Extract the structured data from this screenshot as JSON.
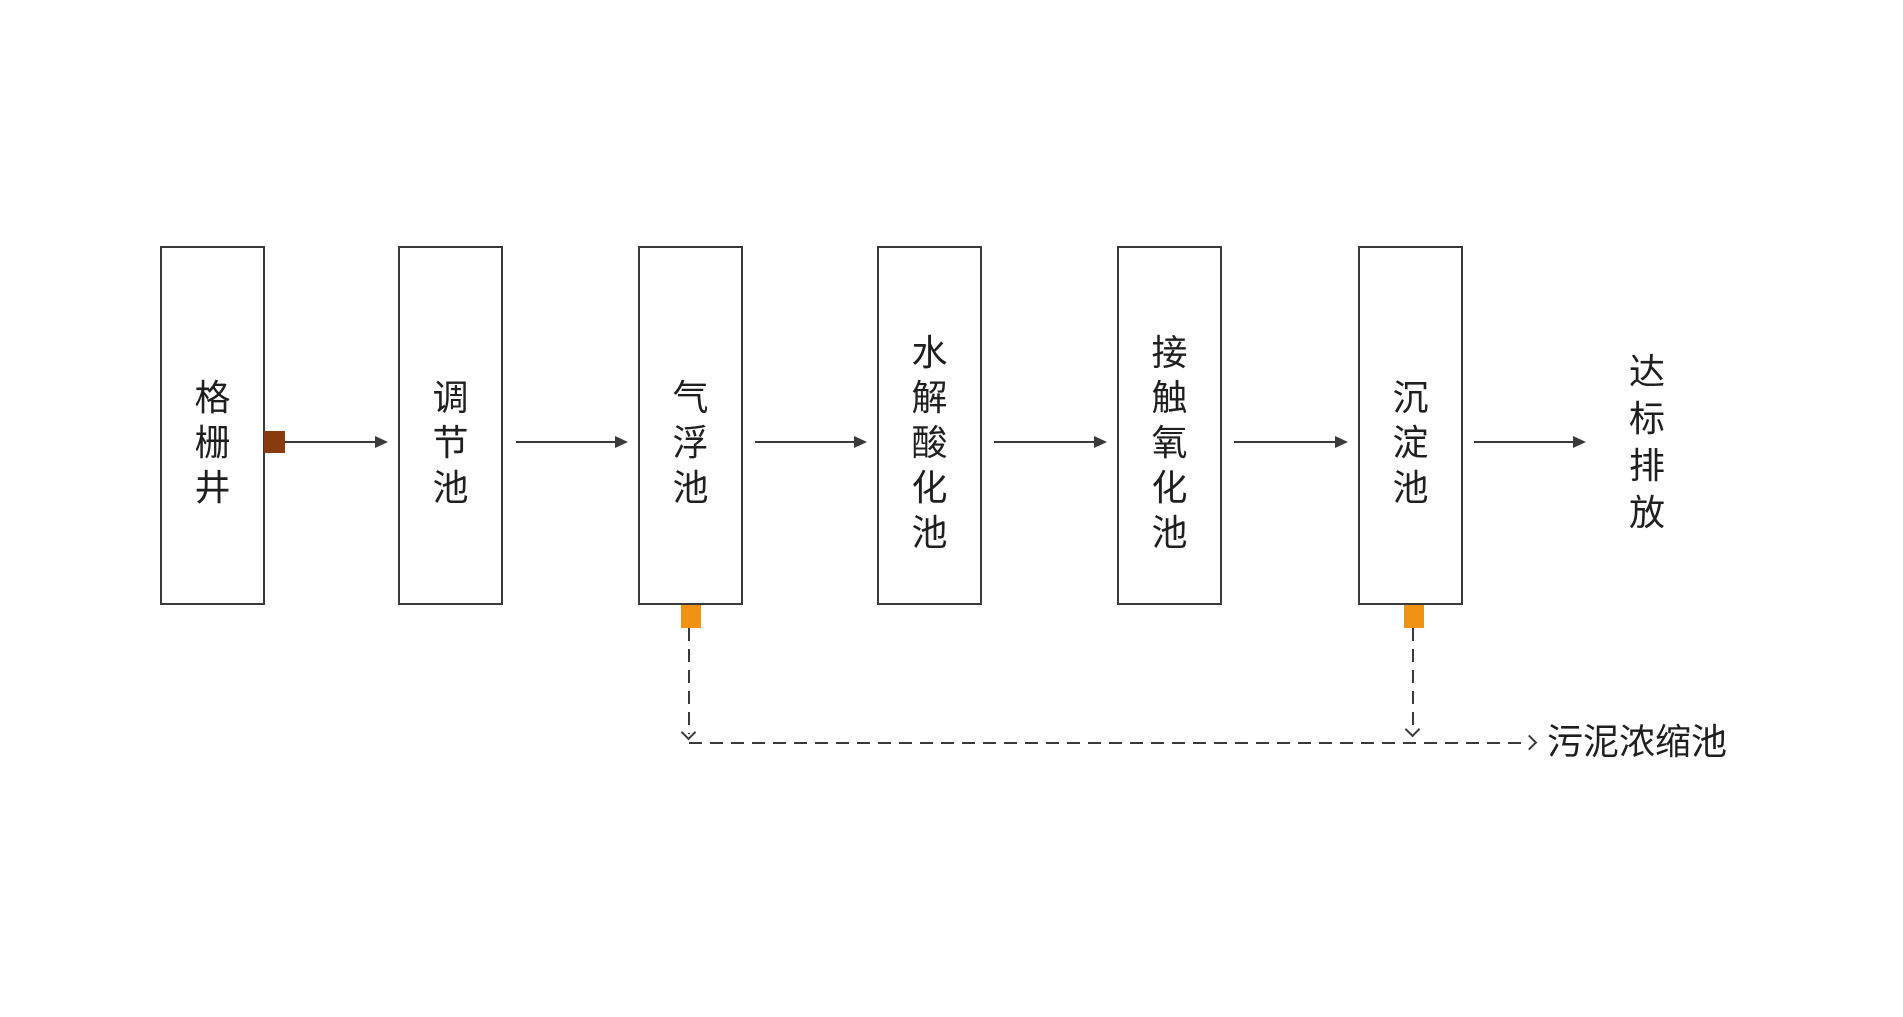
{
  "diagram": {
    "type": "process-flow",
    "process_nodes": [
      {
        "id": "grille-well",
        "label": "格栅井"
      },
      {
        "id": "regulating-tank",
        "label": "调节池"
      },
      {
        "id": "air-flotation-tank",
        "label": "气浮池"
      },
      {
        "id": "hydrolysis-acidification-tank",
        "label": "水解酸化池"
      },
      {
        "id": "contact-oxidation-tank",
        "label": "接触氧化池"
      },
      {
        "id": "sedimentation-tank",
        "label": "沉淀池"
      }
    ],
    "outfall_label": "达标排放",
    "sludge_destination_label": "污泥浓缩池",
    "flows": {
      "main": [
        "格栅井",
        "调节池",
        "气浮池",
        "水解酸化池",
        "接触氧化池",
        "沉淀池",
        "达标排放"
      ],
      "sludge_sources": [
        "气浮池",
        "沉淀池"
      ],
      "sludge_target": "污泥浓缩池"
    },
    "colors": {
      "inlet_marker": "#883c0e",
      "sludge_marker": "#f09214",
      "line": "#3a3a3a",
      "text": "#1f1f1f",
      "background": "#ffffff"
    }
  }
}
